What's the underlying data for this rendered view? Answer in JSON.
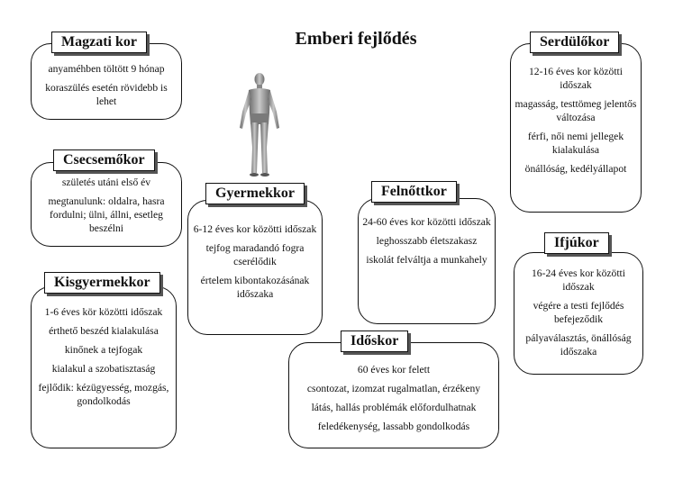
{
  "title": "Emberi fejlődés",
  "stages": {
    "magzati": {
      "title": "Magzati kor",
      "items": [
        "anyaméhben töltött 9 hónap",
        "koraszülés esetén rövidebb is lehet"
      ]
    },
    "csecsemo": {
      "title": "Csecsemőkor",
      "items": [
        "születés utáni első év",
        "megtanulunk: oldalra, hasra fordulni; ülni, állni, esetleg beszélni"
      ]
    },
    "kisgyermek": {
      "title": "Kisgyermekkor",
      "items": [
        "1-6 éves kör közötti időszak",
        "érthető beszéd kialakulása",
        "kinőnek a tejfogak",
        "kialakul a szobatisztaság",
        "fejlődik: kézügyesség, mozgás, gondolkodás"
      ]
    },
    "gyermek": {
      "title": "Gyermekkor",
      "items": [
        "6-12 éves kor közötti időszak",
        "tejfog maradandó fogra cserélődik",
        "értelem kibontakozásának időszaka"
      ]
    },
    "felnott": {
      "title": "Felnőttkor",
      "items": [
        "24-60 éves kor közötti időszak",
        "leghosszabb életszakasz",
        "iskolát felváltja a munkahely"
      ]
    },
    "idos": {
      "title": "Időskor",
      "items": [
        "60 éves kor felett",
        "csontozat, izomzat rugalmatlan, érzékeny",
        "látás, hallás problémák előfordulhatnak",
        "feledékenység, lassabb gondolkodás"
      ]
    },
    "serdulo": {
      "title": "Serdülőkor",
      "items": [
        "12-16 éves kor közötti időszak",
        "magasság, testtömeg jelentős változása",
        "férfi, női nemi jellegek kialakulása",
        "önállóság, kedélyállapot"
      ]
    },
    "ifju": {
      "title": "Ifjúkor",
      "items": [
        "16-24 éves kor közötti időszak",
        "végére a testi fejlődés befejeződik",
        "pályaválasztás, önállóság időszaka"
      ]
    }
  }
}
